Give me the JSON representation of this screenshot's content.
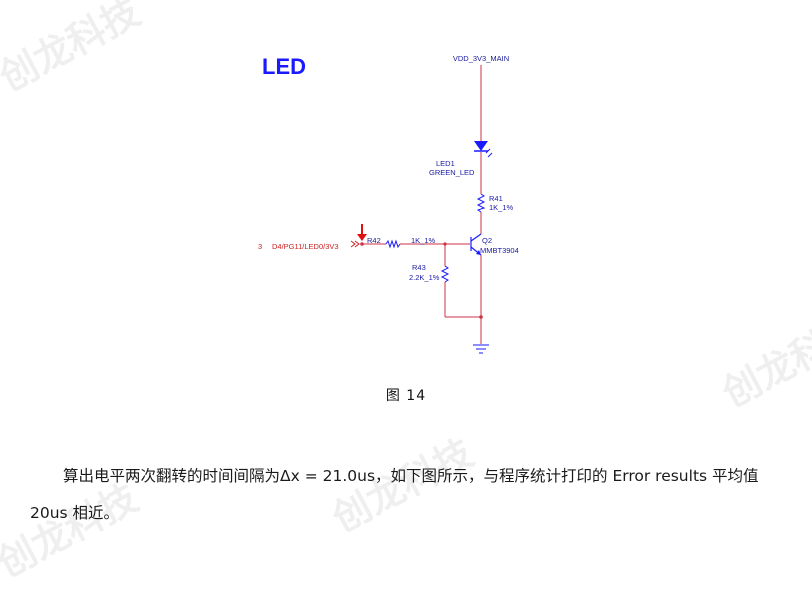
{
  "title": "LED",
  "schematic": {
    "supply": "VDD_3V3_MAIN",
    "led_ref": "LED1",
    "led_value": "GREEN_LED",
    "r41_ref": "R41",
    "r41_value": "1K_1%",
    "net_pin": "3",
    "net_name": "D4/PG11/LED0/3V3",
    "r42_ref": "R42",
    "r42_value": "1K_1%",
    "q2_ref": "Q2",
    "q2_value": "MMBT3904",
    "r43_ref": "R43",
    "r43_value": "2.2K_1%",
    "colors": {
      "wire": "#cc3344",
      "component": "#1a1aff",
      "label": "#1a1aa0",
      "net": "#cc2222"
    }
  },
  "figure_caption": "图 14",
  "paragraph": "算出电平两次翻转的时间间隔为Δx = 21.0us，如下图所示，与程序统计打印的 Error results 平均值 20us 相近。",
  "watermark": "创龙科技"
}
